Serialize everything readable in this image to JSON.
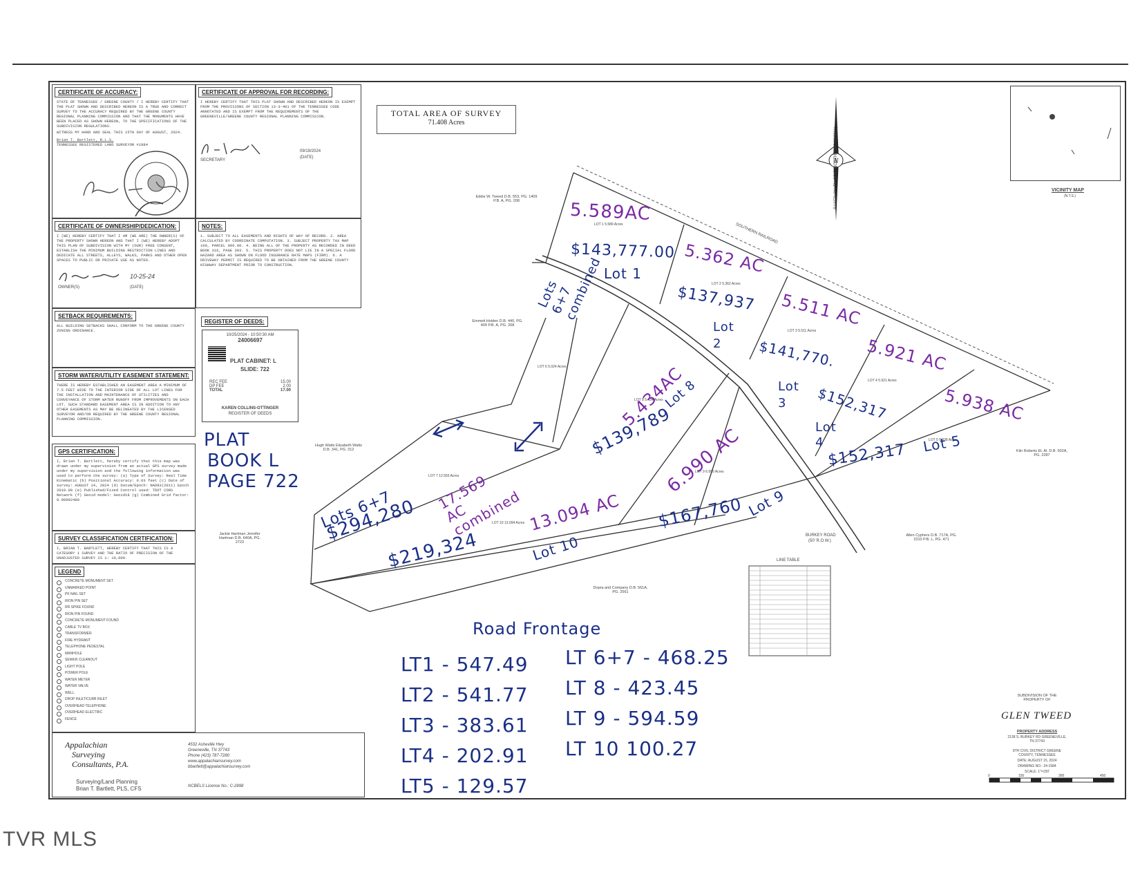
{
  "header_rule": "",
  "blocks": {
    "accuracy": {
      "title": "CERTIFICATE OF ACCURACY:",
      "body": "STATE OF TENNESSEE / GREENE COUNTY / I HEREBY CERTIFY THAT THE PLAT SHOWN AND DESCRIBED HEREON IS A TRUE AND CORRECT SURVEY TO THE ACCURACY REQUIRED BY THE GREENE COUNTY REGIONAL PLANNING COMMISSION AND THAT THE MONUMENTS HAVE BEEN PLACED AS SHOWN HEREON, TO THE SPECIFICATIONS OF THE SUBDIVISION REGULATIONS.",
      "witness": "WITNESS MY HAND AND SEAL THIS 15TH DAY OF AUGUST, 2024.",
      "signer": "Brian T. Bartlett, R.L.S.",
      "signer_title": "TENNESSEE REGISTERED LAND SURVEYOR #1984"
    },
    "approval": {
      "title": "CERTIFICATE OF APPROVAL FOR RECORDING:",
      "body": "I HEREBY CERTIFY THAT THIS PLAT SHOWN AND DESCRIBED HEREON IS EXEMPT FROM THE PROVISIONS OF SECTION 13-3-401 OF THE TENNESSEE CODE ANNOTATED AND IS EXEMPT FROM THE REQUIREMENTS OF THE GREENEVILLE/GREENE COUNTY REGIONAL PLANNING COMMISSION.",
      "date": "09/19/2024",
      "secretary": "SECRETARY",
      "date_label": "(DATE)"
    },
    "ownership": {
      "title": "CERTIFICATE OF OWNERSHIP/DEDICATION:",
      "body": "I (WE) HEREBY CERTIFY THAT I AM (WE ARE) THE OWNER(S) OF THE PROPERTY SHOWN HEREON AND THAT I (WE) HEREBY ADOPT THIS PLAN OF SUBDIVISION WITH MY (OUR) FREE CONSENT, ESTABLISH THE MINIMUM BUILDING RESTRICTION LINES AND DEDICATE ALL STREETS, ALLEYS, WALKS, PARKS AND OTHER OPEN SPACES TO PUBLIC OR PRIVATE USE AS NOTED.",
      "date": "10-25-24",
      "owner_label": "OWNER(S)",
      "date_label": "(DATE)"
    },
    "notes": {
      "title": "NOTES:",
      "body": "1. SUBJECT TO ALL EASEMENTS AND RIGHTS OF WAY OF RECORD. 2. AREA CALCULATED BY COORDINATE COMPUTATION. 3. SUBJECT PROPERTY TAX MAP 100, PARCEL 006.00. 4. BEING ALL OF THE PROPERTY AS RECORDED IN DEED BOOK 316, PAGE 393. 5. THIS PROPERTY DOES NOT LIE IN A SPECIAL FLOOD HAZARD AREA AS SHOWN ON FLOOD INSURANCE RATE MAPS (FIRM). 6. A DRIVEWAY PERMIT IS REQUIRED TO BE OBTAINED FROM THE GREENE COUNTY HIGHWAY DEPARTMENT PRIOR TO CONSTRUCTION."
    },
    "setback": {
      "title": "SETBACK REQUIREMENTS:",
      "body": "ALL BUILDING SETBACKS SHALL CONFORM TO THE GREENE COUNTY ZONING ORDINANCE."
    },
    "deeds": {
      "title": "REGISTER OF DEEDS:",
      "stamp_date": "10/25/2024 - 10:50:30 AM",
      "stamp_no": "24006697",
      "cabinet": "PLAT CABINET: L",
      "slide": "SLIDE: 722",
      "rows": [
        "REC FEE",
        "DP FEE",
        "TOTAL"
      ],
      "values": [
        "15.00",
        "2.00",
        "17.00"
      ],
      "register": "KAREN COLLINS-OTTINGER",
      "register_title": "REGISTER OF DEEDS"
    },
    "storm": {
      "title": "STORM WATER/UTILITY EASEMENT STATEMENT:",
      "body": "THERE IS HEREBY ESTABLISHED AN EASEMENT AREA A MINIMUM OF 7.5 FEET WIDE TO THE INTERIOR SIDE OF ALL LOT LINES FOR THE INSTALLATION AND MAINTENANCE OF UTILITIES AND CONVEYANCE OF STORM WATER RUNOFF FROM IMPROVEMENTS ON EACH LOT. SUCH STANDARD EASEMENT AREA IS IN ADDITION TO ANY OTHER EASEMENTS AS MAY BE DELINEATED BY THE LICENSED SURVEYOR AND/OR REQUIRED BY THE GREENE COUNTY REGIONAL PLANNING COMMISSION."
    },
    "gps": {
      "title": "GPS CERTIFICATION:",
      "body": "I, Brian T. Bartlett, hereby certify that this map was drawn under my supervision from an actual GPS survey made under my supervision and the following information was used to perform the survey: (a) Type of Survey: Real Time Kinematic (b) Positional Accuracy: 0.03 feet (c) Date of survey: AUGUST 14, 2024 (d) Datum/Epoch: NAD83(2011) Epoch 2010.00 (e) Published/Fixed Control used: TDOT CORS Network (f) Geoid model: Geoid18 (g) Combined Grid factor: 0.99992480"
    },
    "classification": {
      "title": "SURVEY CLASSIFICATION CERTIFICATION:",
      "body": "I, BRIAN T. BARTLETT, HEREBY CERTIFY THAT THIS IS A CATEGORY 1 SURVEY AND THE RATIO OF PRECISION OF THE UNADJUSTED SURVEY IS 1: 10,000."
    },
    "legend": {
      "title": "LEGEND",
      "items": [
        "CONCRETE MONUMENT SET",
        "UNMARKED POINT",
        "PK NAIL SET",
        "IRON PIN SET",
        "RR SPIKE FOUND",
        "IRON PIN FOUND",
        "CONCRETE MONUMENT FOUND",
        "CABLE TV BOX",
        "TRANSFORMER",
        "FIRE HYDRANT",
        "TELEPHONE PEDESTAL",
        "MANHOLE",
        "SEWER CLEANOUT",
        "LIGHT POLE",
        "POWER POLE",
        "WATER METER",
        "WATER VALVE",
        "WELL",
        "DROP INLET/CURB INLET",
        "OVERHEAD TELEPHONE",
        "OVERHEAD ELECTRIC",
        "FENCE"
      ]
    }
  },
  "company": {
    "name_line1": "Appalachian",
    "name_line2": "Surveying",
    "name_line3": "Consultants, P.A.",
    "subtitle": "Surveying/Land Planning",
    "person": "Brian T. Bartlett, PLS, CFS",
    "address1": "4532 Asheville Hwy",
    "address2": "Greeneville, TN 37743",
    "phone": "Phone (423) 787-7280",
    "web": "www.appalachiansurvey.com",
    "email": "bbartlett@appalachiansurvey.com",
    "license": "NCBELS License No.: C-2898"
  },
  "survey_area": {
    "line1": "TOTAL AREA OF SURVEY",
    "line2": "71.408 Acres"
  },
  "vicinity": {
    "label": "VICINITY MAP",
    "sub": "(N.T.S.)"
  },
  "north_note": "BASED ON TN GRID NORTH (NAD83/2011)",
  "railroad": "SOUTHERN RAILROAD",
  "road": {
    "name": "BURKEY ROAD",
    "width": "(50' R.O.W.)"
  },
  "neighbors": [
    "Eddie W. Tweed D.B. 553, PG. 1409 P.B. A, PG. 208",
    "Emmett Holden D.B. 440, PG. 409 P.B. A, PG. 208",
    "Hugh Watts Elizabeth Watts D.B. 341, PG. 312",
    "Jackie Hartman Jennifer Hartman D.B. 640A, PG. 2723",
    "Dopra and Company D.B. 561A, PG. 2561",
    "Allen Cyphers D.B. 717A, PG. 2310 P.B. L, PG. 471",
    "Kiln Roberts Et. Al. D.B. 502A, PG. 2287"
  ],
  "lots_printed": [
    "LOT 1 5.589 Acres",
    "LOT 2 5.362 Acres",
    "LOT 3 5.511 Acres",
    "LOT 4 5.921 Acres",
    "LOT 5 5.938 Acres",
    "LOT 6 5.024 Acres",
    "LOT 7 12.555 Acres",
    "LOT 8 5.434 Acres",
    "LOT 9 6.990 Acres",
    "LOT 10 13.094 Acres"
  ],
  "annotations": {
    "lot1_ac": "5.589AC",
    "lot1_price": "$143,777.00",
    "lot1_label": "Lot 1",
    "lot2_ac": "5.362 AC",
    "lot2_price": "$137,937",
    "lot2_label": "Lot 2",
    "lot3_ac": "5.511 AC",
    "lot3_price": "$141,770.",
    "lot3_label": "Lot 3",
    "lot4_ac": "5.921 AC",
    "lot4_price": "$152,317",
    "lot4_label": "Lot 4",
    "lot5_ac": "5.938 AC",
    "lot5_price": "$152,317",
    "lot5_label": "Lot 5",
    "lot67_label": "Lots 6+7 combined",
    "lot67_ac": "17.569 AC combined",
    "lot67_price_label": "Lots 6+7",
    "lot67_price": "$294,280",
    "lot8_ac": "5.434AC",
    "lot8_price": "$139,789",
    "lot8_label": "Lot 8",
    "lot9_ac": "6.990 AC",
    "lot9_price": "$167,760",
    "lot9_label": "Lot 9",
    "lot10_ac": "13.094 AC",
    "lot10_price": "$219,324",
    "lot10_label": "Lot 10",
    "plat_book_1": "PLAT",
    "plat_book_2": "BOOK L",
    "plat_book_3": "PAGE 722"
  },
  "road_frontage": {
    "title": "Road Frontage",
    "left": [
      "LT1 - 547.49",
      "LT2 - 541.77",
      "LT3 - 383.61",
      "LT4 - 202.91",
      "LT5 - 129.57"
    ],
    "right": [
      "LT 6+7 - 468.25",
      "LT 8 - 423.45",
      "LT 9 - 594.59",
      "LT 10 100.27"
    ]
  },
  "line_table": {
    "title": "LINE TABLE"
  },
  "title_block": {
    "sub": "SUBDIVISION OF THE PROPERTY OF",
    "owner": "GLEN TWEED",
    "prop_label": "PROPERTY ADDRESS",
    "address": "2138 S. BURKEY RD GREENEVILLE, TN 37743",
    "district": "8TH CIVIL DISTRICT GREENE COUNTY, TENNESSEE",
    "date": "DATE: AUGUST 15, 2024",
    "drawing": "DRAWING NO.: 24-1584",
    "scale": "SCALE: 1\"=150'",
    "scale_ticks": [
      "0",
      "150",
      "300",
      "450"
    ]
  },
  "watermark": "TVR MLS",
  "colors": {
    "ink_blue": "#1a2f86",
    "ink_purple": "#7a2aa3",
    "line": "#333333"
  }
}
